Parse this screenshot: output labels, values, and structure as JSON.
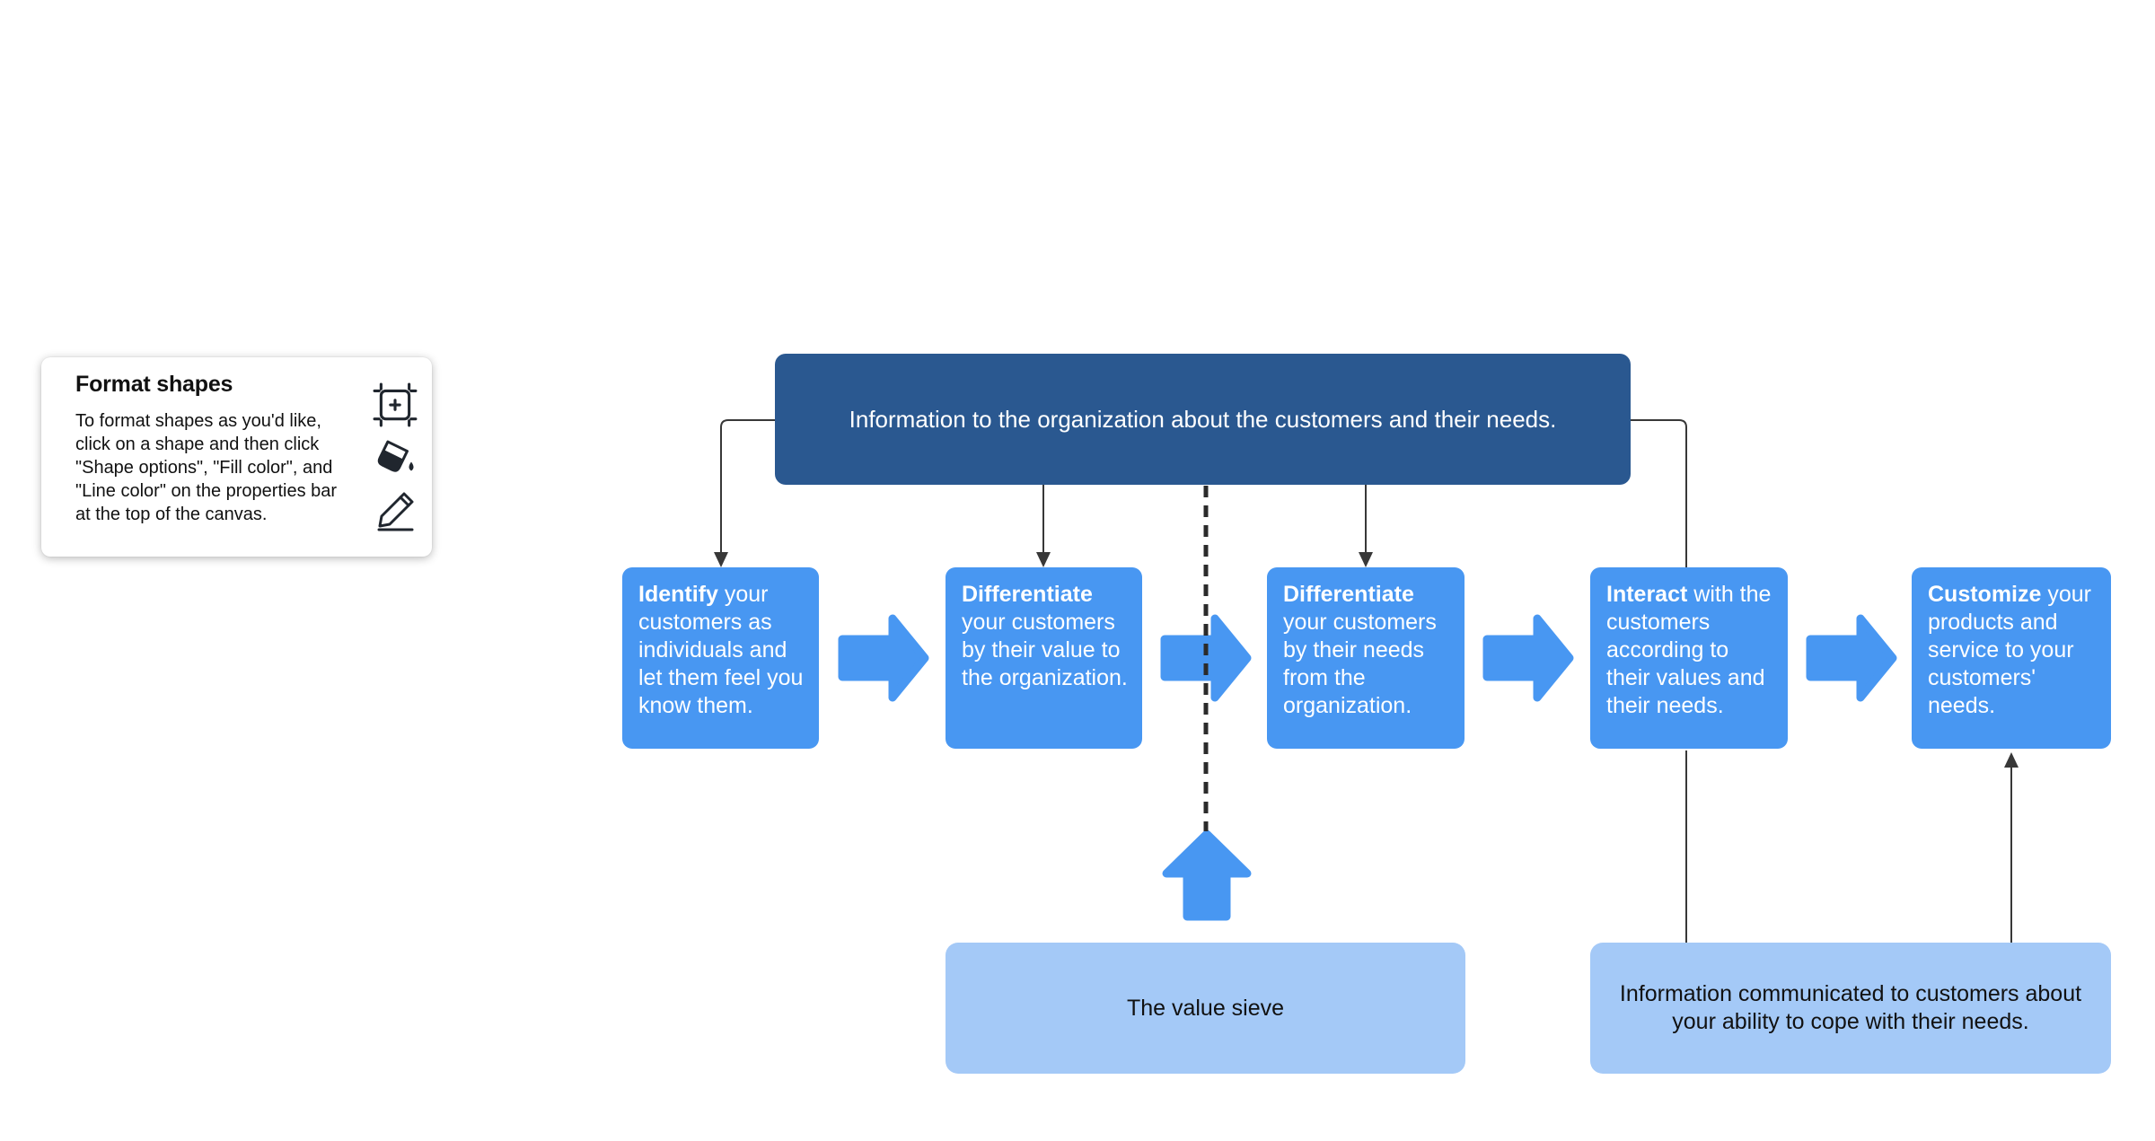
{
  "colors": {
    "canvas_bg": "#ffffff",
    "banner_blue": "#2A5890",
    "step_blue": "#4897F2",
    "light_blue": "#A4C9F7",
    "connector": "#383838",
    "dashed_line": "#2b2b2b",
    "icon_color": "#20262E",
    "text_dark": "#111111",
    "text_light": "#ffffff"
  },
  "format_card": {
    "title": "Format shapes",
    "body": "To format shapes as you'd like, click on a shape and then click \"Shape options\", \"Fill color\", and \"Line color\" on the properties bar at the top of the canvas.",
    "icons": [
      "shape-options-icon",
      "fill-color-icon",
      "line-color-icon"
    ]
  },
  "diagram": {
    "banner": {
      "text": "Information to the organization about the customers and their needs."
    },
    "steps": [
      {
        "bold": "Identify",
        "rest": " your customers as individuals and let them feel you know them."
      },
      {
        "bold": "Differentiate",
        "rest": " your customers by their value to the organization."
      },
      {
        "bold": "Differentiate",
        "rest": " your customers by their needs from the organization."
      },
      {
        "bold": "Interact",
        "rest": " with the customers according to their values and their needs."
      },
      {
        "bold": "Customize",
        "rest": " your products and service to your customers' needs."
      }
    ],
    "value_sieve": {
      "text": "The value sieve"
    },
    "info_communicated": {
      "lines": [
        "Information communicated to customers about",
        "your ability to cope with their needs."
      ]
    }
  }
}
